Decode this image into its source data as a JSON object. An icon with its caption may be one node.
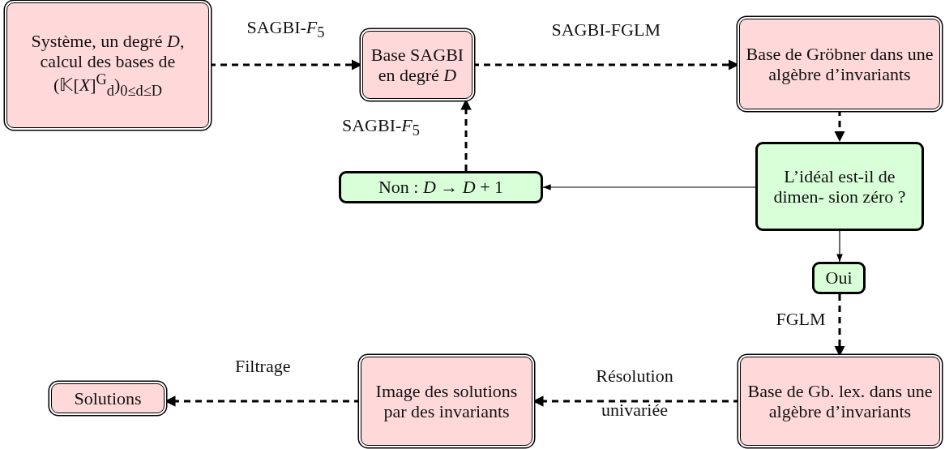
{
  "diagram": {
    "nodes": [
      {
        "text": [
          "Système, un degré *D*, calcul des bases de (𝕂[*X*]$^{G}$$_{d}$)$_{0≤d≤D}$"
        ]
      },
      {
        "text": [
          "Base SAGBI en degré *D*"
        ]
      },
      {
        "text": [
          "Base de Gröbner dans une algèbre d’invariants"
        ]
      },
      {
        "text": [
          "L’idéal est-il de dimen- sion zéro ?"
        ]
      },
      {
        "text": [
          "Non : *D* → *D* + 1"
        ]
      },
      {
        "text": [
          "Oui"
        ]
      },
      {
        "text": [
          "Base de Gb. lex. dans une algèbre d’invariants"
        ]
      },
      {
        "text": [
          "Image des solutions par des invariants"
        ]
      },
      {
        "text": [
          "Solutions"
        ]
      }
    ],
    "edges": [
      {
        "from": 0,
        "to": 1,
        "arrow": "to",
        "label": "SAGBI-*F*$_{5}$",
        "style": "dashed"
      },
      {
        "from": 1,
        "to": 2,
        "arrow": "to",
        "label": "SAGBI-FGLM",
        "style": "dashed"
      },
      {
        "from": 2,
        "to": 3,
        "arrow": "to",
        "style": "dashed"
      },
      {
        "from": 3,
        "to": 4,
        "arrow": "to"
      },
      {
        "from": 4,
        "to": 1,
        "arrow": "to",
        "label": "SAGBI-*F*$_{5}$",
        "style": "dashed"
      },
      {
        "from": 3,
        "to": 5,
        "arrow": "to"
      },
      {
        "from": 5,
        "to": 6,
        "arrow": "to",
        "label": "FGLM",
        "style": "dashed"
      },
      {
        "from": 6,
        "to": 7,
        "arrow": "to",
        "label": "Résolution univariée",
        "style": "dashed"
      },
      {
        "from": 7,
        "to": 8,
        "arrow": "to",
        "label": "Filtrage",
        "style": "dashed"
      }
    ]
  }
}
